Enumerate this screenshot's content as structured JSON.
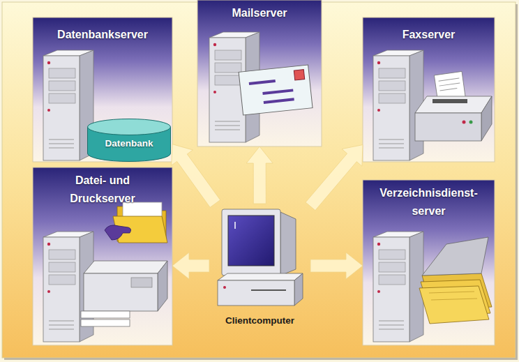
{
  "diagram": {
    "nodes": [
      {
        "text": [
          "Datenbankserver"
        ]
      },
      {
        "text": [
          "Datenbank"
        ],
        "in": 0
      },
      {
        "text": [
          "Mailserver"
        ]
      },
      {
        "text": [
          "Faxserver"
        ]
      },
      {
        "text": [
          "Datei- und Druckserver"
        ]
      },
      {
        "text": [
          "Clientcomputer"
        ]
      },
      {
        "text": [
          "Verzeichnisdienst- server"
        ]
      }
    ],
    "edges": [
      {
        "from": 5,
        "to": 0,
        "arrow": "to"
      },
      {
        "from": 5,
        "to": 2,
        "arrow": "to"
      },
      {
        "from": 5,
        "to": 3,
        "arrow": "to"
      },
      {
        "from": 5,
        "to": 4,
        "arrow": "to"
      },
      {
        "from": 5,
        "to": 6,
        "arrow": "to"
      }
    ]
  }
}
